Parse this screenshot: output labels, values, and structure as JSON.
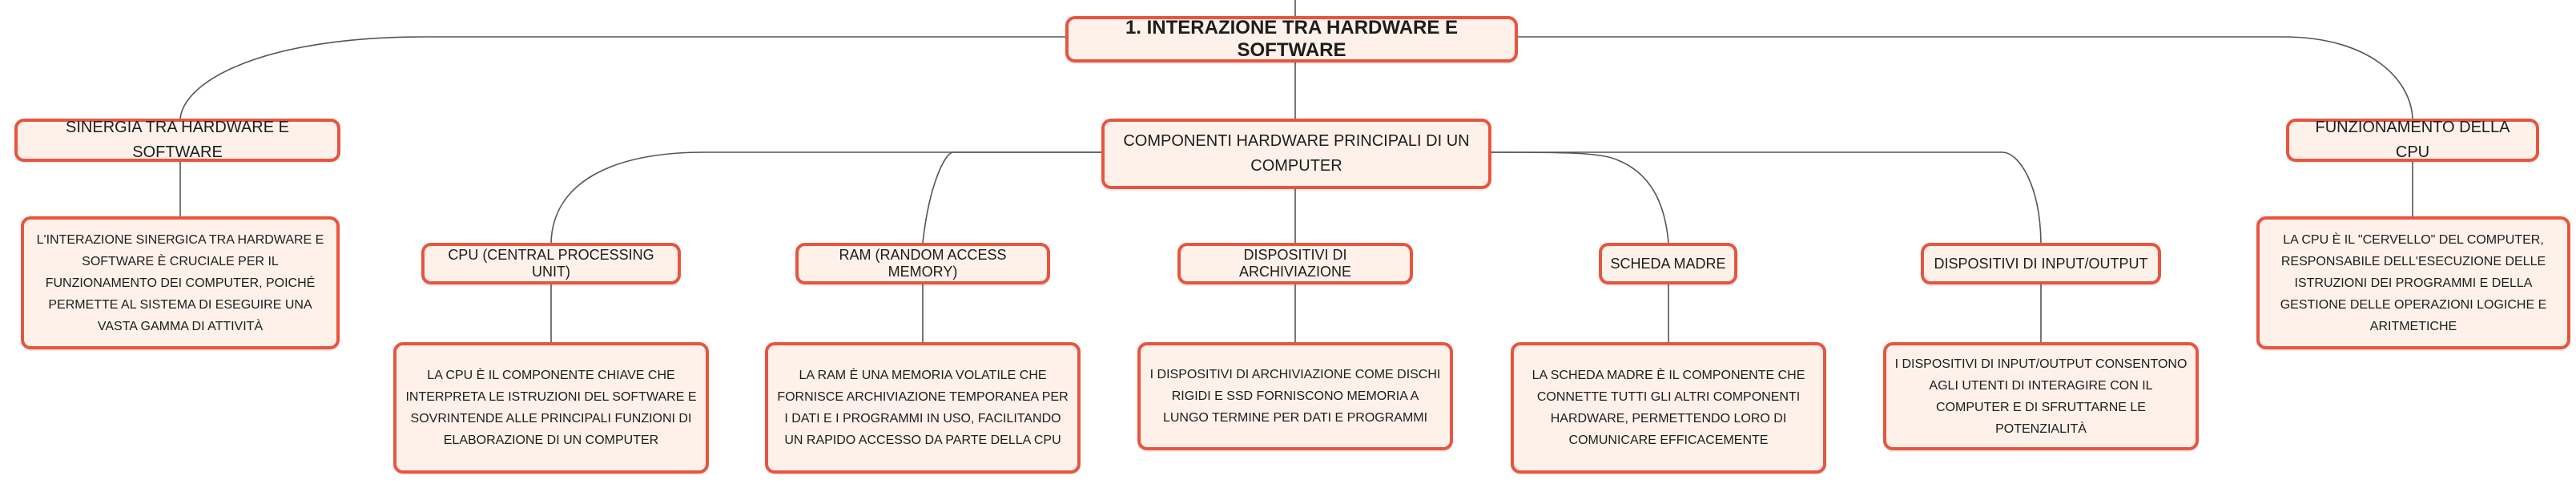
{
  "root": {
    "label": "1. INTERAZIONE TRA HARDWARE E SOFTWARE"
  },
  "branches": {
    "sinergia": {
      "label": "SINERGIA TRA HARDWARE E SOFTWARE",
      "detail": "L'INTERAZIONE SINERGICA TRA HARDWARE E SOFTWARE È CRUCIALE PER IL FUNZIONAMENTO DEI COMPUTER, POICHÉ PERMETTE AL SISTEMA DI ESEGUIRE UNA VASTA GAMMA DI ATTIVITÀ"
    },
    "componenti": {
      "label": "COMPONENTI HARDWARE PRINCIPALI DI UN COMPUTER",
      "children": {
        "cpu": {
          "label": "CPU (CENTRAL PROCESSING UNIT)",
          "detail": "LA CPU È IL COMPONENTE CHIAVE CHE INTERPRETA LE ISTRUZIONI DEL SOFTWARE E SOVRINTENDE ALLE PRINCIPALI FUNZIONI DI ELABORAZIONE DI UN COMPUTER"
        },
        "ram": {
          "label": "RAM (RANDOM ACCESS MEMORY)",
          "detail": "LA RAM È UNA MEMORIA VOLATILE CHE FORNISCE ARCHIVIAZIONE TEMPORANEA PER I DATI E I PROGRAMMI IN USO, FACILITANDO UN RAPIDO ACCESSO DA PARTE DELLA CPU"
        },
        "archiviazione": {
          "label": "DISPOSITIVI DI ARCHIVIAZIONE",
          "detail": "I DISPOSITIVI DI ARCHIVIAZIONE COME DISCHI RIGIDI E SSD FORNISCONO MEMORIA A LUNGO TERMINE PER DATI E PROGRAMMI"
        },
        "scheda": {
          "label": "SCHEDA MADRE",
          "detail": "LA SCHEDA MADRE È IL COMPONENTE CHE CONNETTE TUTTI GLI ALTRI COMPONENTI HARDWARE, PERMETTENDO LORO DI COMUNICARE EFFICACEMENTE"
        },
        "io": {
          "label": "DISPOSITIVI DI INPUT/OUTPUT",
          "detail": "I DISPOSITIVI DI INPUT/OUTPUT CONSENTONO AGLI UTENTI DI INTERAGIRE CON IL COMPUTER E DI SFRUTTARNE LE POTENZIALITÀ"
        }
      }
    },
    "funzionamento": {
      "label": "FUNZIONAMENTO DELLA CPU",
      "detail": "LA CPU È IL \"CERVELLO\" DEL COMPUTER, RESPONSABILE DELL'ESECUZIONE DELLE ISTRUZIONI DEI PROGRAMMI E DELLA GESTIONE DELLE OPERAZIONI LOGICHE E ARITMETICHE"
    }
  },
  "colors": {
    "border": "#e8553f",
    "fill": "#fdf1ea",
    "line": "#555555"
  }
}
